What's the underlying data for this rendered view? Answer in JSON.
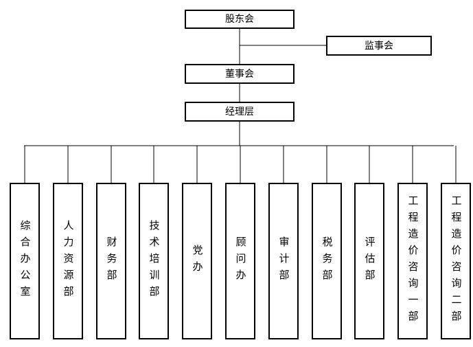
{
  "top": {
    "shareholders": "股东会",
    "supervisory": "监事会",
    "board": "董事会",
    "management": "经理层"
  },
  "departments": [
    "综合办公室",
    "人力资源部",
    "财务部",
    "技术培训部",
    "党办",
    "顾问办",
    "审计部",
    "税务部",
    "评估部",
    "工程造价咨询一部",
    "工程造价咨询二部"
  ]
}
